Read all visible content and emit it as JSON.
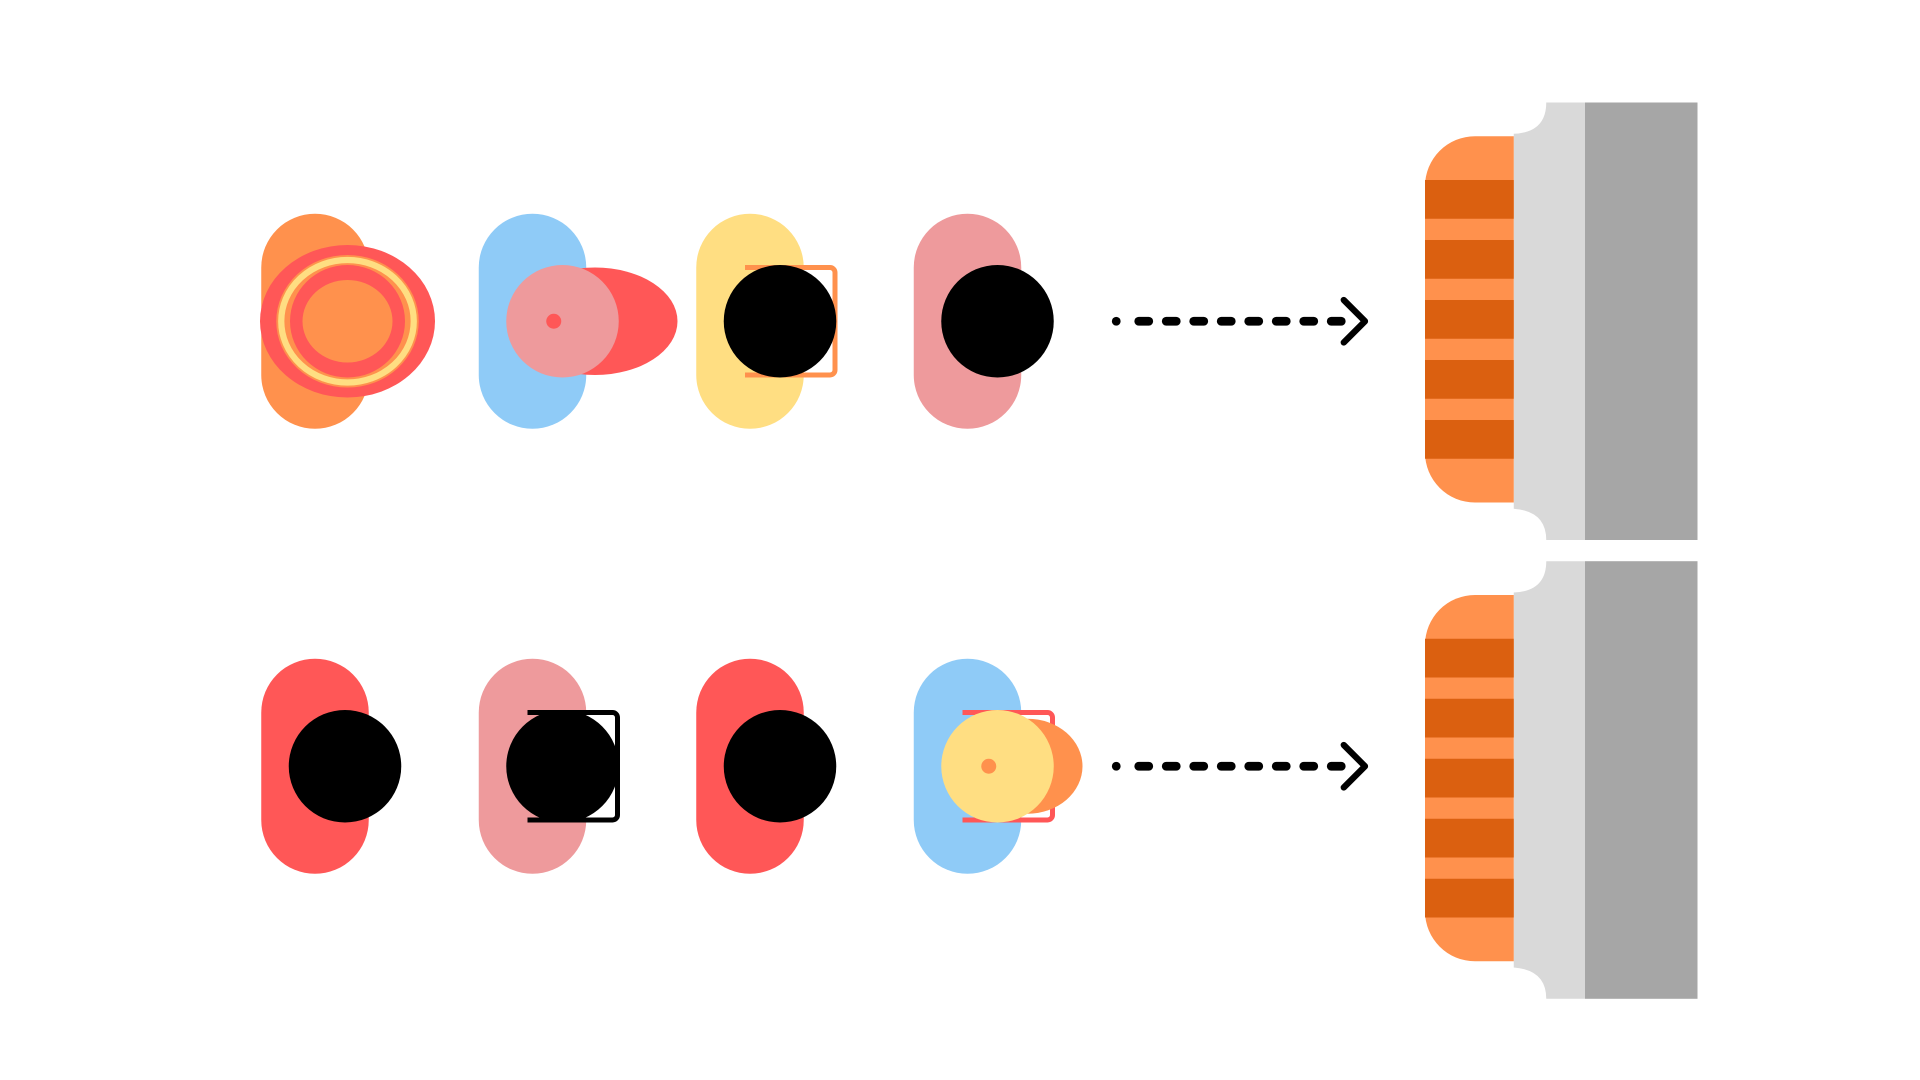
{
  "colors": {
    "orange": "#FF914D",
    "coral": "#FF5757",
    "sky": "#8FCBF7",
    "butter": "#FFDE82",
    "pink": "#EE9A9C",
    "black": "#000000",
    "rust": "#DB6010",
    "light_gray": "#D9D9D9",
    "dark_gray": "#A6A6A6"
  },
  "rows": [
    {
      "pieces": [
        {
          "shape": "capsule",
          "color": "orange",
          "overlay": "concentric-rings",
          "accent": "coral"
        },
        {
          "shape": "capsule",
          "color": "sky",
          "overlay": "dot-disc",
          "accent": "coral"
        },
        {
          "shape": "capsule",
          "color": "butter",
          "overlay": "black-disc-bracket",
          "accent": "orange"
        },
        {
          "shape": "capsule",
          "color": "pink",
          "overlay": "black-disc",
          "accent": "black"
        }
      ],
      "arrow": "dotted-right-arrow",
      "target": "striped-bin"
    },
    {
      "pieces": [
        {
          "shape": "capsule",
          "color": "coral",
          "overlay": "black-disc",
          "accent": "black"
        },
        {
          "shape": "capsule",
          "color": "pink",
          "overlay": "black-disc-bracket",
          "accent": "black"
        },
        {
          "shape": "capsule",
          "color": "coral",
          "overlay": "black-disc",
          "accent": "black"
        },
        {
          "shape": "capsule",
          "color": "sky",
          "overlay": "dot-disc-bracket",
          "accent": "orange"
        }
      ],
      "arrow": "dotted-right-arrow",
      "target": "striped-bin"
    }
  ]
}
